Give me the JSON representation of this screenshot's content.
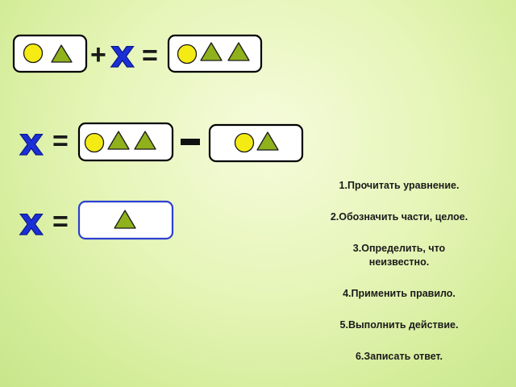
{
  "equation_rows": {
    "row1": {
      "plus_sign": "+",
      "unknown": "x",
      "equals_sign": "="
    },
    "row2": {
      "unknown": "x",
      "equals_sign": "=",
      "minus_sign": "–"
    },
    "row3": {
      "unknown": "x",
      "equals_sign": "="
    }
  },
  "colors": {
    "unknown_x": "#1b2fd6",
    "circle": "#f5eb14",
    "triangle": "#8fb21c",
    "answer_box_border": "#2c3fd0"
  },
  "icons": {
    "circle_shape": "circle-icon",
    "triangle_shape": "triangle-icon"
  },
  "steps": [
    "1.Прочитать уравнение.",
    "2.Обозначить части, целое.",
    "3.Определить, что неизвестно.",
    "4.Применить правило.",
    "5.Выполнить действие.",
    "6.Записать ответ."
  ]
}
